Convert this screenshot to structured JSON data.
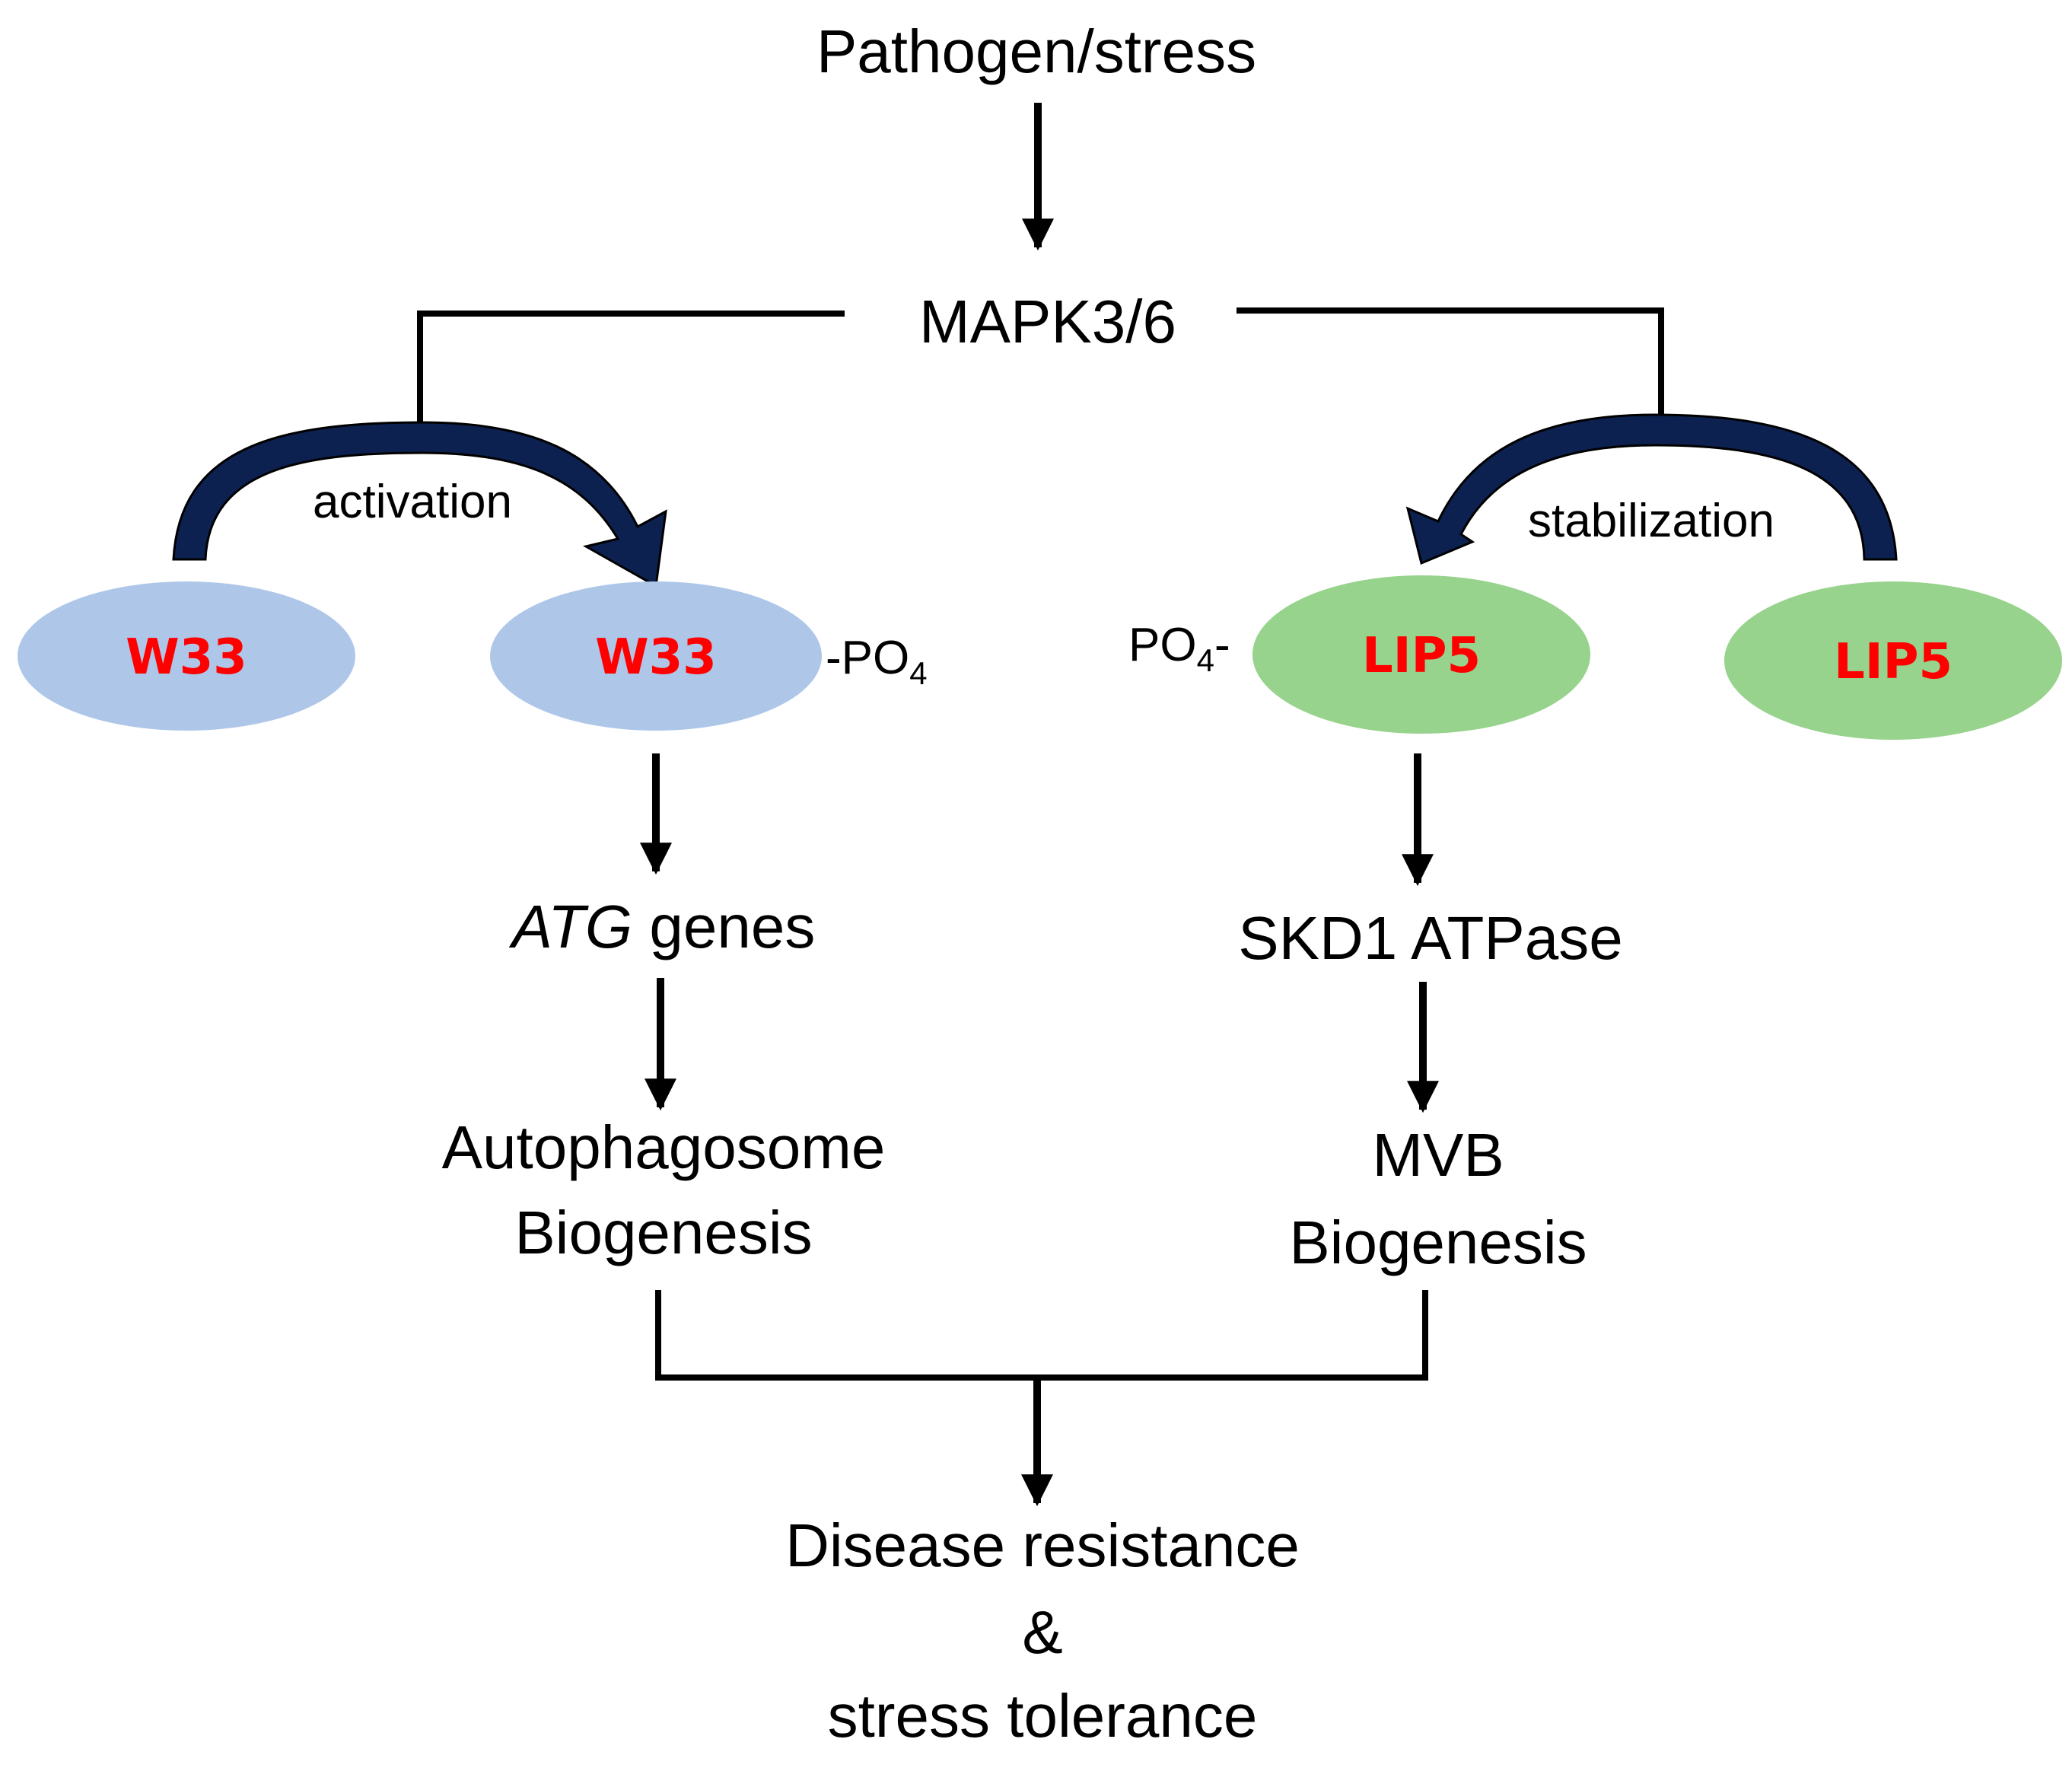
{
  "diagram": {
    "top": "Pathogen/stress",
    "kinase": "MAPK3/6",
    "left": {
      "action": "activation",
      "node_label": "W33",
      "phospho_suffix": "-PO",
      "phospho_sub": "4",
      "step1_italic": "ATG",
      "step1_rest": " genes",
      "step2_line1": "Autophagosome",
      "step2_line2": "Biogenesis"
    },
    "right": {
      "action": "stabilization",
      "node_label": "LIP5",
      "phospho_prefix": "PO",
      "phospho_sub": "4",
      "phospho_dash": "-",
      "step1": "SKD1 ATPase",
      "step2_line1": "MVB",
      "step2_line2": "Biogenesis"
    },
    "outcome_line1": "Disease resistance",
    "outcome_line2": "&",
    "outcome_line3": "stress tolerance"
  },
  "colors": {
    "w33_fill": "#aec7e8",
    "lip5_fill": "#97d38c",
    "node_text": "#ff0000",
    "curved_arrow": "#0d2150",
    "lines": "#000000"
  }
}
